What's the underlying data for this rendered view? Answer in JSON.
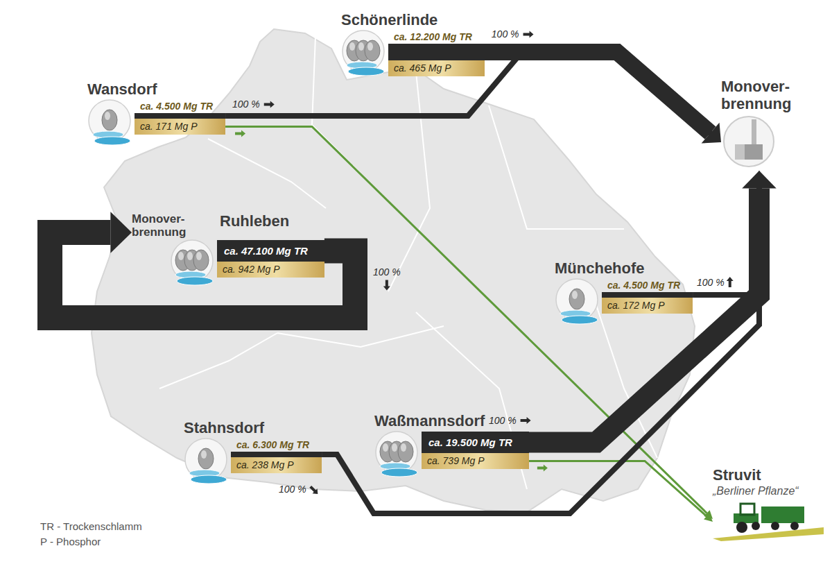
{
  "diagram": {
    "nodes": [
      {
        "text": [
          "Schönerlinde",
          "ca. 12.200 Mg TR",
          "ca. 465 Mg P"
        ]
      },
      {
        "text": [
          "Wansdorf",
          "ca. 4.500 Mg TR",
          "ca. 171 Mg P"
        ]
      },
      {
        "text": [
          "Monover- brennung"
        ]
      },
      {
        "text": [
          "Monover- brennung"
        ]
      },
      {
        "text": [
          "Ruhleben",
          "ca. 47.100 Mg TR",
          "ca. 942 Mg P"
        ]
      },
      {
        "text": [
          "Münchehofe",
          "ca. 4.500 Mg TR",
          "ca. 172 Mg P"
        ]
      },
      {
        "text": [
          "Stahnsdorf",
          "ca. 6.300 Mg TR",
          "ca. 238 Mg P"
        ]
      },
      {
        "text": [
          "Waßmannsdorf",
          "ca. 19.500 Mg TR",
          "ca. 739 Mg P"
        ]
      },
      {
        "text": [
          "Struvit",
          "„Berliner Pflanze“"
        ]
      }
    ],
    "edges": [
      {
        "from": 0,
        "to": 2,
        "label": "100 %",
        "arrow": "to"
      },
      {
        "from": 1,
        "to": 2,
        "label": "100 %",
        "arrow": "to"
      },
      {
        "from": 1,
        "to": 8,
        "arrow": "to"
      },
      {
        "from": 4,
        "to": 3,
        "label": "100 %",
        "arrow": "to"
      },
      {
        "from": 5,
        "to": 2,
        "label": "100 %",
        "arrow": "to"
      },
      {
        "from": 6,
        "to": 2,
        "label": "100 %",
        "arrow": "to"
      },
      {
        "from": 7,
        "to": 2,
        "label": "100 %",
        "arrow": "to"
      },
      {
        "from": 7,
        "to": 8,
        "arrow": "to"
      }
    ],
    "legend": [
      {
        "text": "TR - Trockenschlamm"
      },
      {
        "text": "P - Phosphor"
      }
    ]
  }
}
